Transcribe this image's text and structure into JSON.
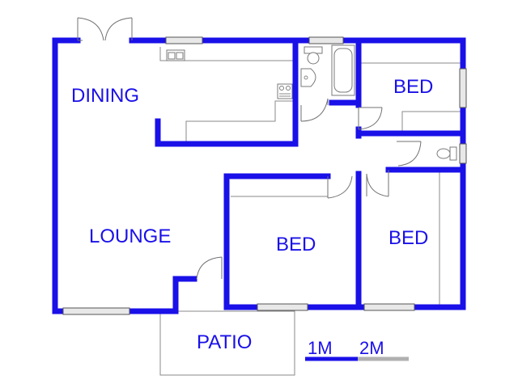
{
  "rooms": {
    "dining": "DINING",
    "lounge": "LOUNGE",
    "bed_top_right": "BED",
    "bed_center": "BED",
    "bed_right": "BED",
    "patio": "PATIO"
  },
  "scale": {
    "label_1": "1M",
    "label_2": "2M"
  },
  "colors": {
    "wall": "#1a10e8",
    "fixture_line": "#7a7a7a",
    "scale_gray": "#b0b0b0"
  }
}
